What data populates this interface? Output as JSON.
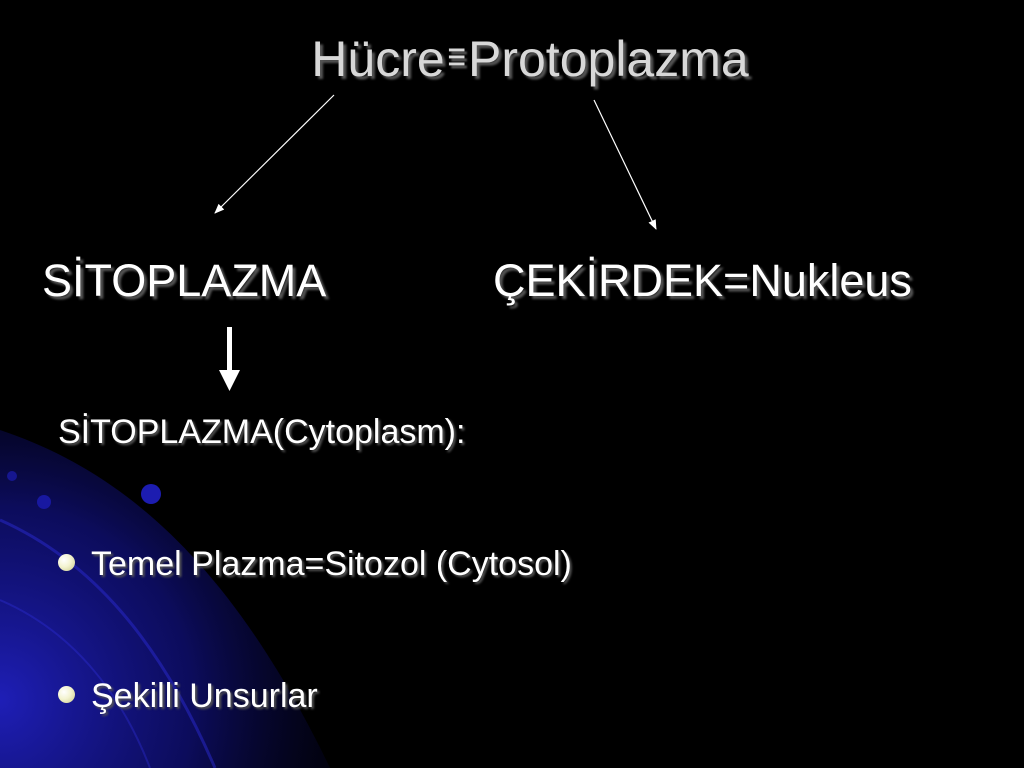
{
  "slide": {
    "title_left": "Hücre",
    "title_symbol": "≡",
    "title_right": "Protoplazma",
    "left_heading": "SİTOPLAZMA",
    "right_heading": "ÇEKİRDEK=Nukleus",
    "subtitle": "SİTOPLAZMA(Cytoplasm):",
    "bullets": [
      "Temel Plazma=Sitozol (Cytosol)",
      "Şekilli Unsurlar"
    ]
  },
  "colors": {
    "background": "#000000",
    "title_text": "#d8d8d8",
    "body_text": "#ffffff",
    "accent_blue": "#1a1aa8"
  },
  "icons": {
    "bullet": "round-bullet-icon",
    "arrows": [
      "arrow-to-sitoplazma",
      "arrow-to-cekirdek",
      "arrow-down-to-subtitle"
    ]
  }
}
